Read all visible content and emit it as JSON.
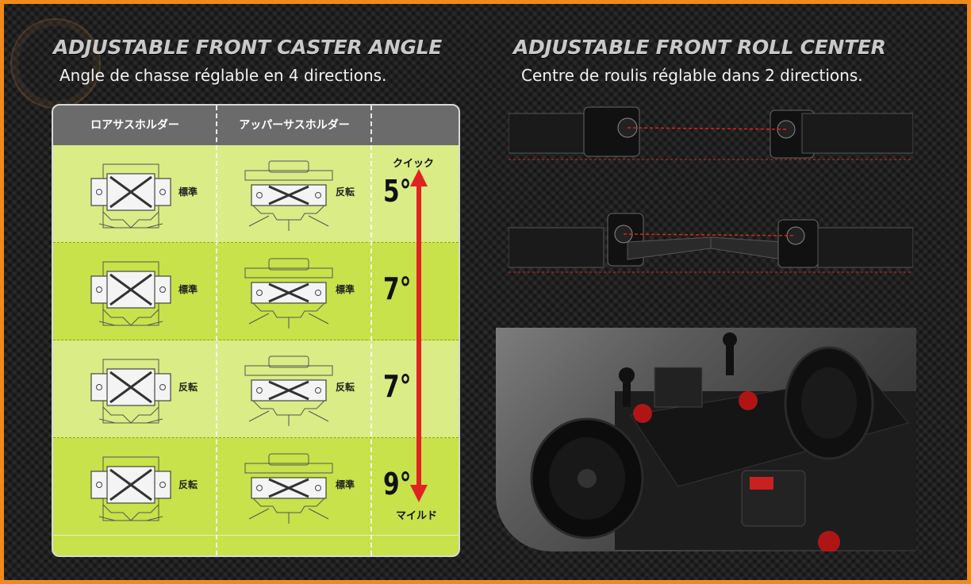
{
  "left": {
    "title": "ADJUSTABLE FRONT CASTER ANGLE",
    "subtitle": "Angle de chasse réglable en 4 directions."
  },
  "right": {
    "title": "ADJUSTABLE FRONT ROLL CENTER",
    "subtitle": "Centre de roulis réglable dans 2 directions."
  },
  "table": {
    "columns": [
      "ロアサスホルダー",
      "アッパーサスホルダー",
      ""
    ],
    "rows": [
      {
        "lower": "標準",
        "upper": "反転",
        "angle": "5°"
      },
      {
        "lower": "標準",
        "upper": "標準",
        "angle": "7°"
      },
      {
        "lower": "反転",
        "upper": "反転",
        "angle": "7°"
      },
      {
        "lower": "反転",
        "upper": "標準",
        "angle": "9°"
      }
    ],
    "top_label": "クイック",
    "bottom_label": "マイルド"
  },
  "colors": {
    "frame": "#f08a1e",
    "row_light": "#d9ec86",
    "row_dark": "#c7e24a",
    "arrow": "#e0231f"
  }
}
